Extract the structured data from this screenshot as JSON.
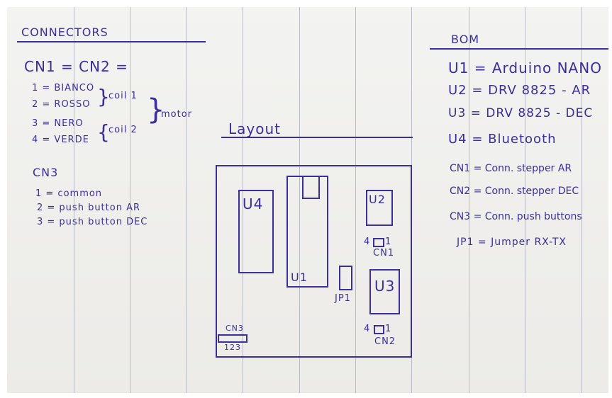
{
  "connectors": {
    "title": "CONNECTORS",
    "cn_header": "CN1 = CN2 =",
    "pins": [
      "1 = BIANCO",
      "2 = ROSSO",
      "3 = NERO",
      "4 = VERDE"
    ],
    "coil1": "coil 1",
    "coil2": "coil 2",
    "motor": "motor",
    "cn3_header": "CN3",
    "cn3_pins": [
      "1 = common",
      "2 = push button AR",
      "3 = push button DEC"
    ]
  },
  "layout": {
    "title": "Layout",
    "u1": "U1",
    "u2": "U2",
    "u3": "U3",
    "u4": "U4",
    "jp1": "JP1",
    "cn1": "CN1",
    "cn2": "CN2",
    "cn3": "CN3",
    "pin4": "4",
    "pin1": "1",
    "cn3_pins": "123"
  },
  "bom": {
    "title": "BOM",
    "items": [
      "U1 = Arduino NANO",
      "U2 = DRV 8825 - AR",
      "U3 = DRV 8825 - DEC",
      "U4 = Bluetooth",
      "CN1 = Conn. stepper AR",
      "CN2 = Conn. stepper DEC",
      "CN3 = Conn. push buttons",
      "JP1 = Jumper RX-TX"
    ]
  },
  "colors": {
    "ink": "#3b2f9c",
    "paper": "#efeeeb",
    "rule": "#b9bcc4"
  }
}
